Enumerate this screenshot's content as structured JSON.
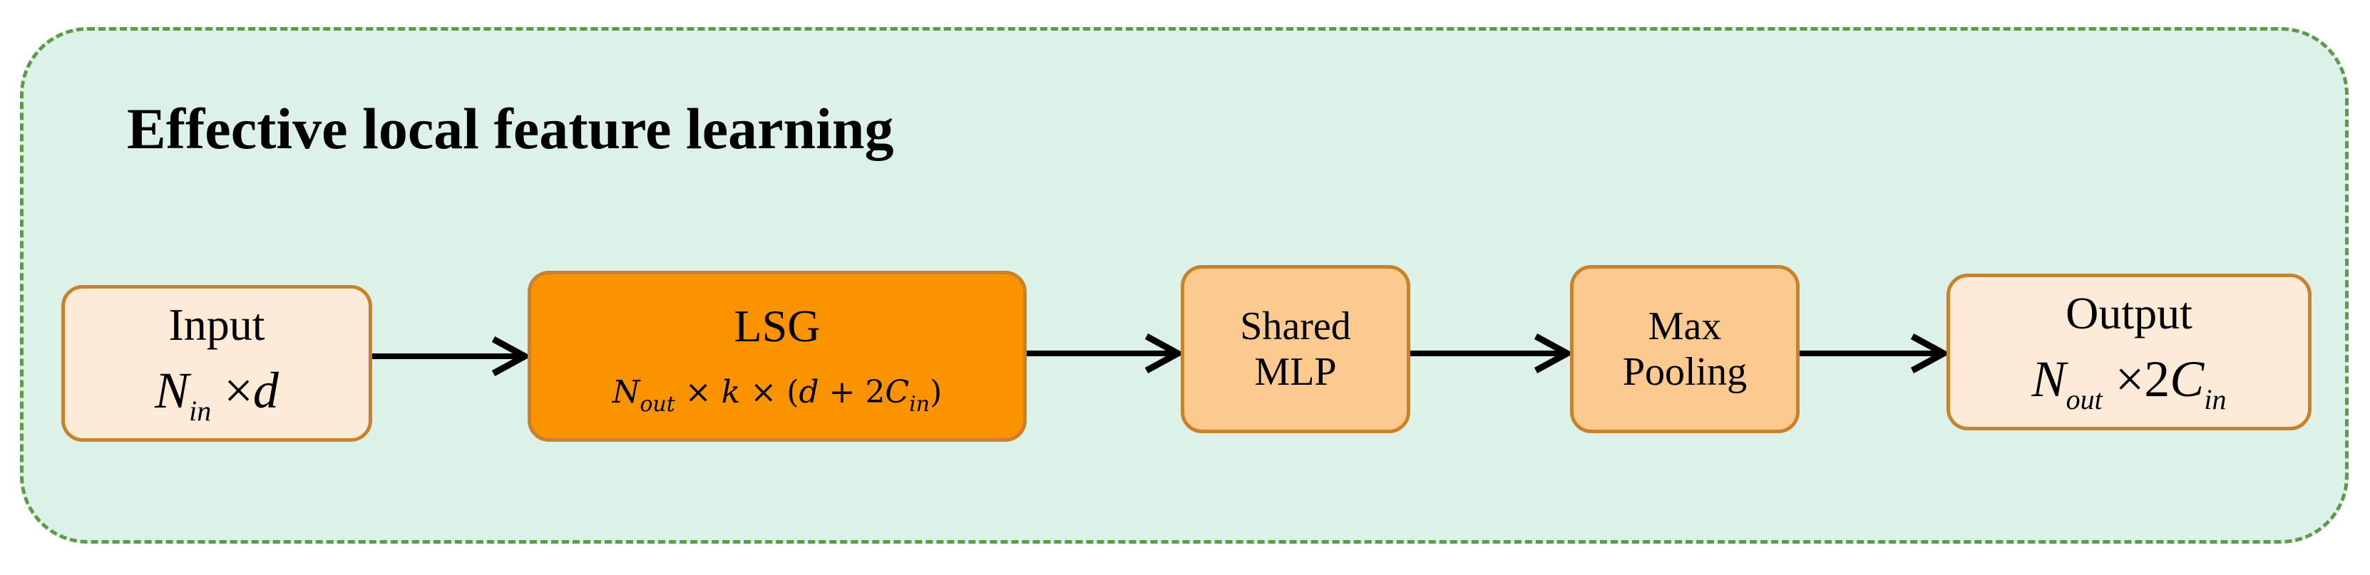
{
  "title": "Effective local feature learning",
  "colors": {
    "panel_background": "#dcf2e8",
    "panel_border": "#5f9a49",
    "box_border": "#c9822c",
    "input_output_fill": "#fdebd8",
    "lsg_fill": "#fb9300",
    "mlp_pool_fill": "#fcc98f",
    "arrow": "#000000"
  },
  "nodes": {
    "input": {
      "label": "Input",
      "formula": {
        "base": "N",
        "sub": "in",
        "op": "×",
        "rest": "d"
      }
    },
    "lsg": {
      "label": "LSG",
      "formula": {
        "n": "N",
        "n_sub": "out",
        "times1": "×",
        "k": "k",
        "times2": "×",
        "open": "(",
        "d": "d",
        "plus": "+",
        "coef": "2",
        "c": "C",
        "c_sub": "in",
        "close": ")"
      }
    },
    "mlp": {
      "line1": "Shared",
      "line2": "MLP"
    },
    "pool": {
      "line1": "Max",
      "line2": "Pooling"
    },
    "output": {
      "label": "Output",
      "formula": {
        "base": "N",
        "sub": "out",
        "op": "×",
        "coef": "2",
        "c": "C",
        "c_sub": "in"
      }
    }
  },
  "edges": [
    {
      "from": "input",
      "to": "lsg"
    },
    {
      "from": "lsg",
      "to": "mlp"
    },
    {
      "from": "mlp",
      "to": "pool"
    },
    {
      "from": "pool",
      "to": "output"
    }
  ]
}
